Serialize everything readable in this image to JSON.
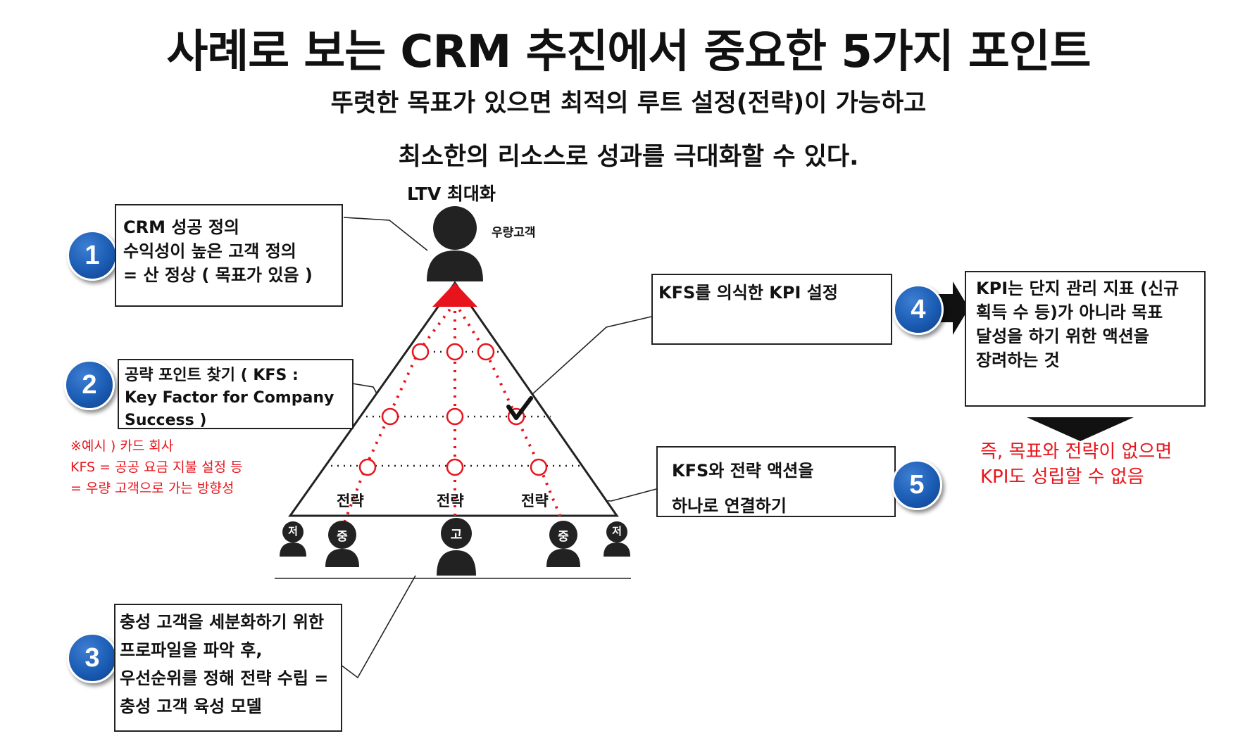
{
  "title": "사례로 보는 CRM 추진에서 중요한 5가지 포인트",
  "subtitle": {
    "line1": "뚜렷한 목표가 있으면 최적의 루트 설정(전략)이 가능하고",
    "line2": "최소한의 리소스로 성과를 극대화할 수 있다."
  },
  "top": {
    "ltv_label": "LTV 최대화",
    "loyal_label": "우량고객"
  },
  "points": [
    {
      "number": "1",
      "lines": [
        "CRM 성공 정의",
        "수익성이 높은 고객 정의",
        "= 산 정상 ( 목표가 있음 )"
      ]
    },
    {
      "number": "2",
      "lines": [
        "공략 포인트 찾기 ( KFS :",
        "Key Factor for Company",
        "Success )"
      ]
    },
    {
      "number": "3",
      "lines": [
        "충성 고객을 세분화하기 위한",
        "프로파일을 파악 후,",
        "우선순위를 정해 전략 수립 =",
        "충성 고객 육성 모델"
      ]
    },
    {
      "number": "4",
      "lines": [
        "KFS를 의식한 KPI 설정"
      ]
    },
    {
      "number": "5",
      "lines": [
        "KFS와 전략 액션을",
        "하나로 연결하기"
      ]
    }
  ],
  "kpi_box": {
    "lines": [
      "KPI는 단지 관리 지표 (신규",
      "획득 수 등)가 아니라 목표",
      "달성을 하기 위한 액션을",
      "장려하는 것"
    ]
  },
  "example_note": {
    "lines": [
      "※예시 ) 카드 회사",
      "KFS = 공공 요금 지불 설정 등",
      "= 우량 고객으로 가는 방향성"
    ]
  },
  "conclusion": {
    "lines": [
      "즉, 목표와 전략이 없으면",
      "KPI도 성립할 수 없음"
    ]
  },
  "strategy_labels": [
    "전략",
    "전략",
    "전략"
  ],
  "customers": [
    "저",
    "중",
    "고",
    "중",
    "저"
  ],
  "colors": {
    "badge_blue": "#1b5cb4",
    "accent_red": "#e8141c",
    "person_dark": "#222222"
  }
}
